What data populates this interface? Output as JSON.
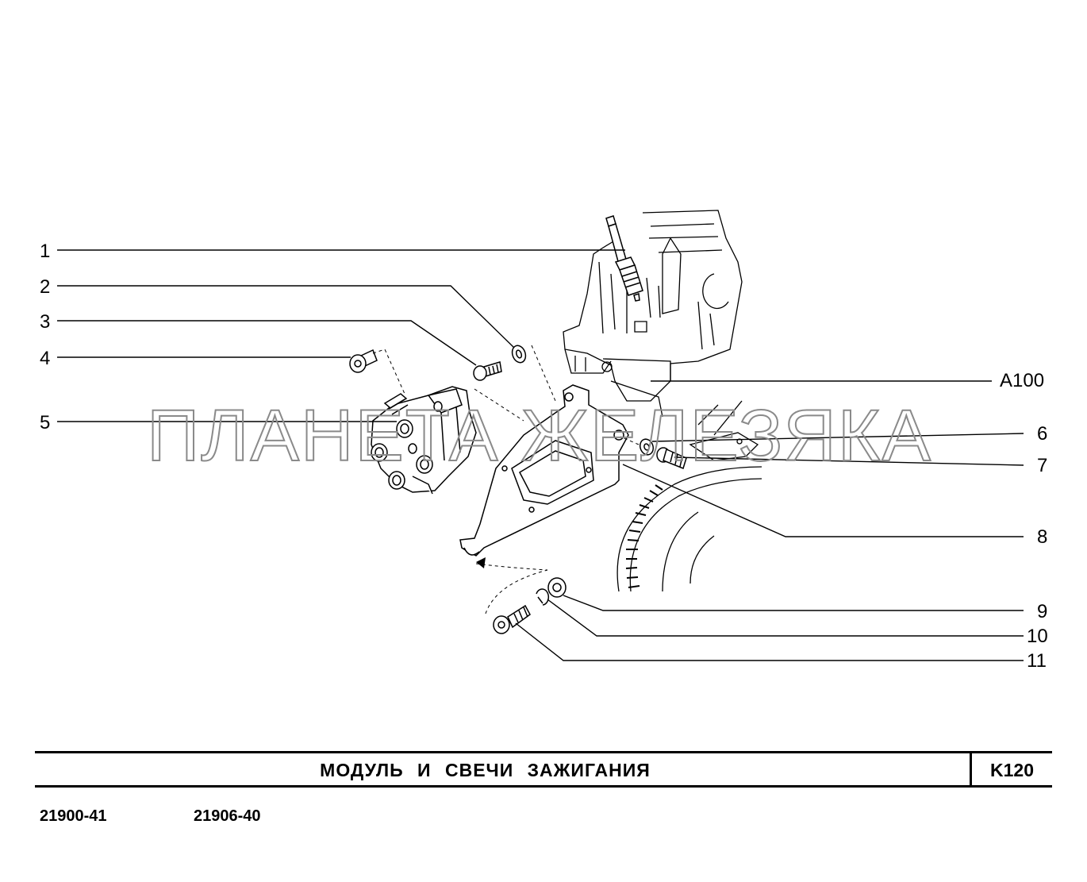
{
  "callouts": {
    "c1": "1",
    "c2": "2",
    "c3": "3",
    "c4": "4",
    "c5": "5",
    "c6": "6",
    "c7": "7",
    "c8": "8",
    "c9": "9",
    "c10": "10",
    "c11": "11",
    "a100": "A100"
  },
  "watermark": "ПЛАНЕТА ЖЕЛЕЗЯКА",
  "title_block": {
    "title": "МОДУЛЬ  И  СВЕЧИ  ЗАЖИГАНИЯ",
    "code": "K120"
  },
  "models": [
    "21900-41",
    "21906-40"
  ],
  "colors": {
    "line": "#000000",
    "watermark": "#8a8a8a",
    "background": "#ffffff"
  }
}
